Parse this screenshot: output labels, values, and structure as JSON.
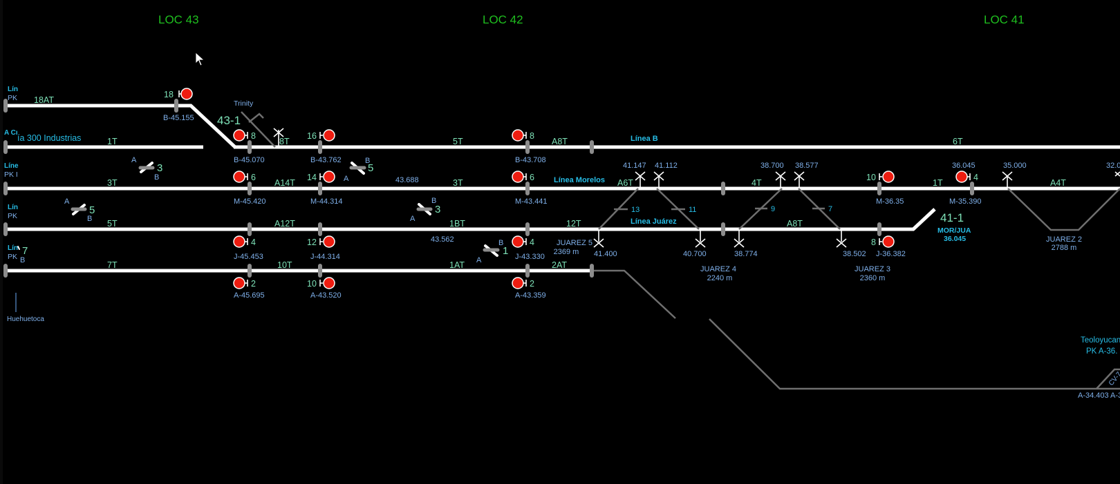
{
  "locations": [
    {
      "id": "loc43",
      "label": "LOC 43"
    },
    {
      "id": "loc42",
      "label": "LOC 42"
    },
    {
      "id": "loc41",
      "label": "LOC 41"
    }
  ],
  "left_labels": {
    "row18": [
      "Lín",
      "PK"
    ],
    "row1": [
      "A Cı",
      "ía 300 Industrias"
    ],
    "row3": [
      "Líne",
      "PK I"
    ],
    "row5": [
      "Lín",
      "PK"
    ],
    "row7": [
      "Lín",
      "PK"
    ],
    "huehuetoca": "Huehuetoca"
  },
  "track_circuits": {
    "t18AT": "18AT",
    "t1T": "1T",
    "t8T": "8T",
    "t5T_b": "5T",
    "tA8T_b": "A8T",
    "t6T": "6T",
    "t3T": "3T",
    "tA14T": "A14T",
    "t3T_m": "3T",
    "tA6T": "A6T",
    "t4T": "4T",
    "t1T_m": "1T",
    "tA4T": "A4T",
    "t5T": "5T",
    "tA12T": "A12T",
    "t1BT": "1BT",
    "t12T": "12T",
    "tA8T_j": "A8T",
    "t7T": "7T",
    "t10T": "10T",
    "t1AT": "1AT",
    "t2AT": "2AT"
  },
  "line_names": {
    "linea_b": "Línea B",
    "linea_morelos": "Línea Morelos",
    "linea_juarez": "Línea Juárez",
    "trinity": "Trinity"
  },
  "signals": [
    {
      "num": "18",
      "km": "B-45.155",
      "aspect": "red"
    },
    {
      "num": "8",
      "km": "B-45.070",
      "aspect": "red"
    },
    {
      "num": "16",
      "km": "B-43.762",
      "aspect": "red"
    },
    {
      "num": "8",
      "km": "B-43.708",
      "aspect": "red"
    },
    {
      "num": "6",
      "km": "M-45.420",
      "aspect": "red"
    },
    {
      "num": "14",
      "km": "M-44.314",
      "aspect": "red"
    },
    {
      "num": "6",
      "km": "M-43.441",
      "aspect": "red"
    },
    {
      "num": "4",
      "km": "J-45.453",
      "aspect": "red"
    },
    {
      "num": "12",
      "km": "J-44.314",
      "aspect": "red"
    },
    {
      "num": "4",
      "km": "J-43.330",
      "aspect": "red"
    },
    {
      "num": "2",
      "km": "A-45.695",
      "aspect": "red"
    },
    {
      "num": "10",
      "km": "A-43.520",
      "aspect": "red"
    },
    {
      "num": "2",
      "km": "A-43.359",
      "aspect": "red"
    },
    {
      "num": "10",
      "km": "M-36.35",
      "aspect": "red"
    },
    {
      "num": "4",
      "km": "M-35.390",
      "aspect": "red"
    },
    {
      "num": "8",
      "km": "J-36.382",
      "aspect": "red"
    }
  ],
  "switches": [
    {
      "num": "3",
      "a": "A",
      "b": "B"
    },
    {
      "num": "5",
      "a": "A",
      "b": "B"
    },
    {
      "num": "7",
      "a": "",
      "b": "B"
    },
    {
      "num": "5",
      "a": "A",
      "b": "B"
    },
    {
      "num": "3",
      "a": "A",
      "b": "B"
    },
    {
      "num": "1",
      "a": "A",
      "b": "B"
    },
    {
      "num": "13"
    },
    {
      "num": "11"
    },
    {
      "num": "9"
    },
    {
      "num": "7"
    }
  ],
  "crossovers": {
    "x43_1": "43-1",
    "x41_1": "41-1",
    "mor_jua": "MOR/JUA",
    "mor_jua_km": "36.045"
  },
  "km_points": {
    "k43688": "43.688",
    "k43562": "43.562",
    "k41147": "41.147",
    "k41112": "41.112",
    "k41400": "41.400",
    "k40700": "40.700",
    "k38700": "38.700",
    "k38577": "38.577",
    "k38774": "38.774",
    "k38502": "38.502",
    "k36045": "36.045",
    "k35000": "35.000",
    "k32": "32.0",
    "kA34403": "A-34.403",
    "kA3": "A-3"
  },
  "sidings": [
    {
      "name": "JUAREZ 5",
      "length": "2369 m"
    },
    {
      "name": "JUAREZ 4",
      "length": "2240 m"
    },
    {
      "name": "JUAREZ 3",
      "length": "2360 m"
    },
    {
      "name": "JUAREZ 2",
      "length": "2788 m"
    }
  ],
  "stations": {
    "teoloyucan": "Teoloyucan",
    "teoloyucan_pk": "PK A-36.",
    "cv": "CV-7"
  },
  "colors": {
    "background": "#000000",
    "track": "#ffffff",
    "track_inactive": "#6f6f6f",
    "signal_stop": "#ee1c10",
    "loc_label": "#1fbf1f",
    "track_label": "#7ee2b8",
    "km_label": "#7fb0ea",
    "line_label": "#27bde6"
  }
}
